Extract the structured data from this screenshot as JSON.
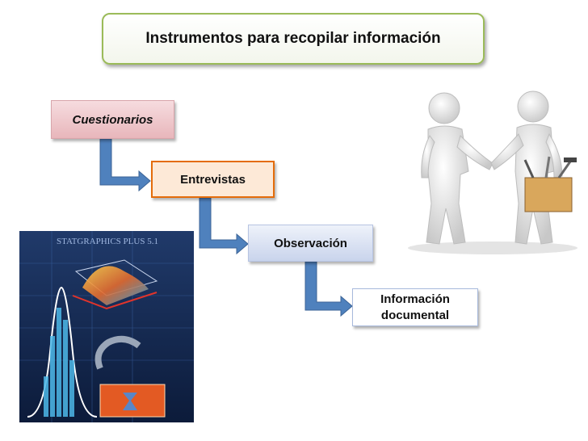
{
  "title": "Instrumentos para recopilar información",
  "steps": [
    {
      "label": "Cuestionarios"
    },
    {
      "label": "Entrevistas"
    },
    {
      "label": "Observación"
    },
    {
      "label": "Información documental"
    }
  ],
  "images": {
    "software_cover": {
      "title": "STATGRAPHICS PLUS 5.1"
    }
  },
  "colors": {
    "arrow": "#4f81bd",
    "title_border": "#9bbb59",
    "entrevistas_border": "#e46c0a"
  }
}
